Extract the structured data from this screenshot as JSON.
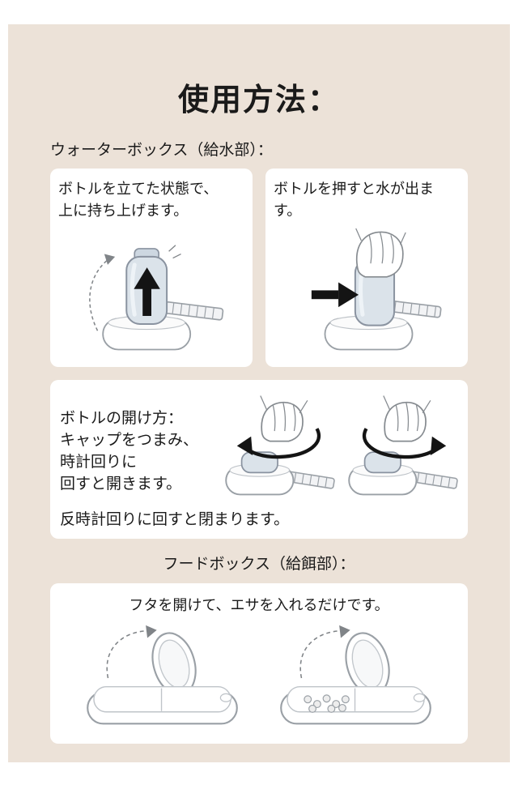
{
  "title": "使用方法：",
  "water_section": {
    "label": "ウォーターボックス（給水部）：",
    "card_lift": {
      "line1": "ボトルを立てた状態で、",
      "line2": "上に持ち上げます。"
    },
    "card_press": {
      "text": "ボトルを押すと水が出ます。"
    },
    "card_open": {
      "line1": "ボトルの開け方：",
      "line2": "キャップをつまみ、",
      "line3": "時計回りに",
      "line4": "回すと開きます。",
      "line5": "反時計回りに回すと閉まります。"
    }
  },
  "food_section": {
    "label": "フードボックス（給餌部）：",
    "card_feed": {
      "text": "フタを開けて、エサを入れるだけです。"
    }
  },
  "colors": {
    "page_bg": "#ffffff",
    "panel_bg": "#ece2d8",
    "card_bg": "#ffffff",
    "text": "#1a1a1a"
  }
}
